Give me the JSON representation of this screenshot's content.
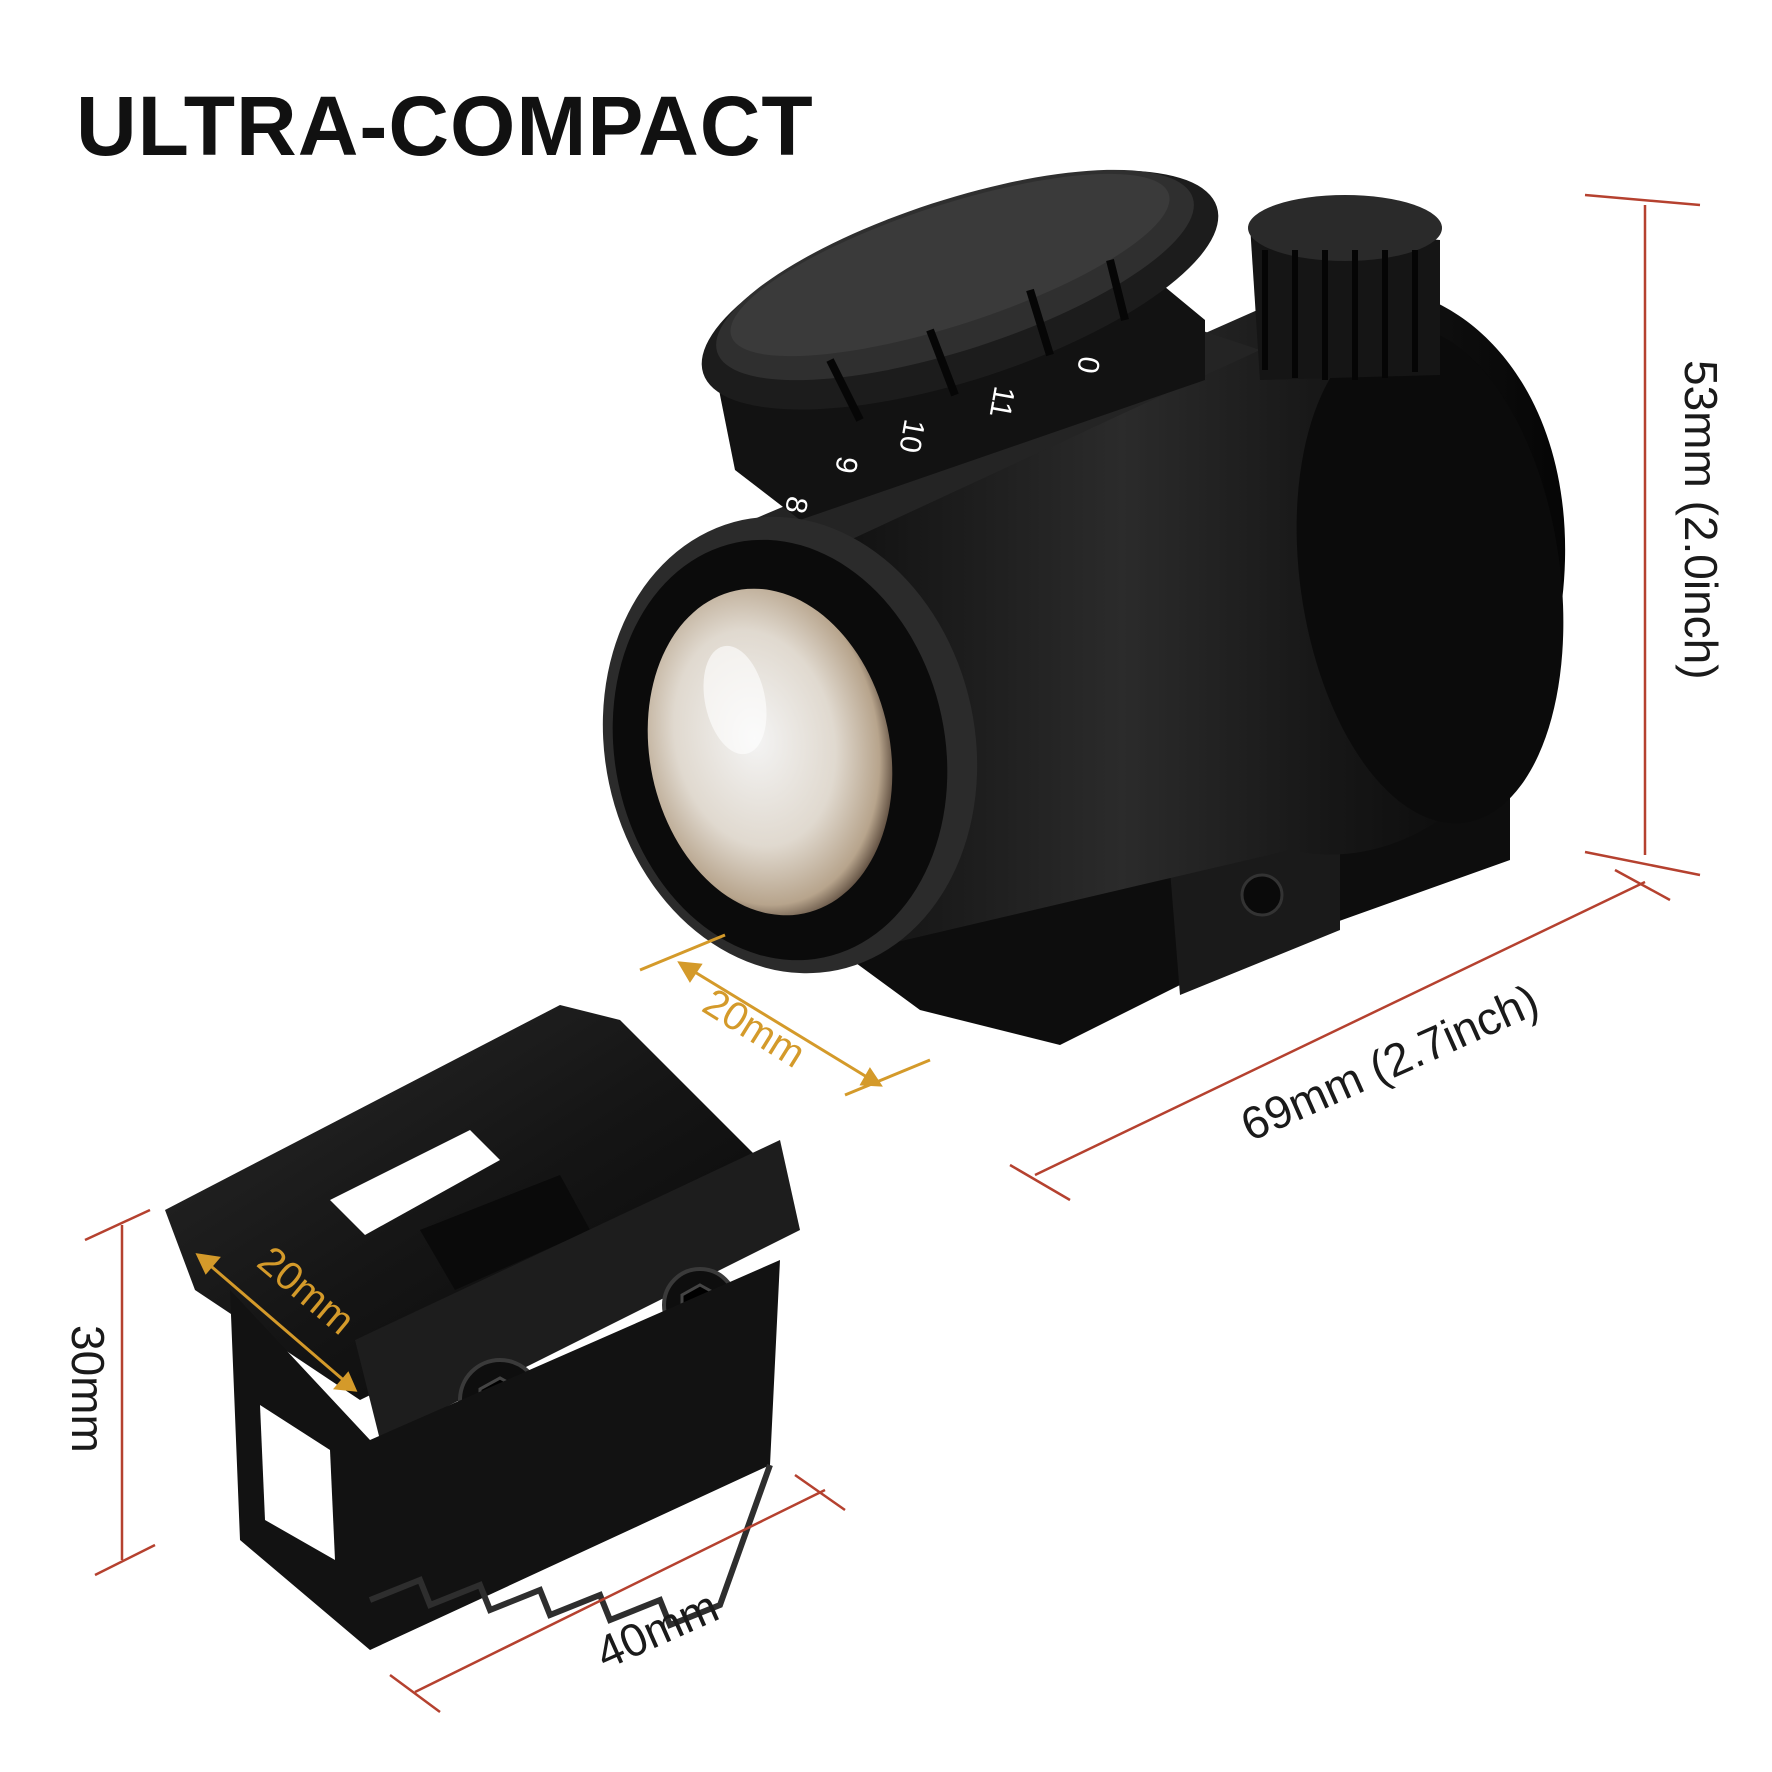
{
  "title": "ULTRA-COMPACT",
  "dimensions": {
    "height": "53mm (2.0inch)",
    "length": "69mm (2.7inch)",
    "rail_width_sight": "20mm",
    "rail_width_mount": "20mm",
    "mount_height": "30mm",
    "mount_length": "40mm"
  },
  "dial_numbers": [
    "8",
    "9",
    "10",
    "11",
    "0"
  ],
  "colors": {
    "dimension_line": "#b5412f",
    "rail_dimension": "#d49a2a",
    "product_black": "#141414",
    "background": "#ffffff"
  },
  "icons": {
    "sight": "red-dot-sight-image",
    "mount": "riser-mount-image"
  }
}
